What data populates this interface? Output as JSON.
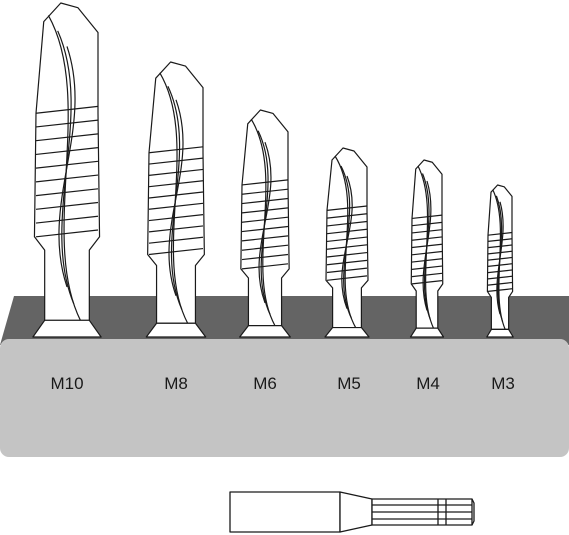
{
  "bits": [
    {
      "size": "M10",
      "label": "M10"
    },
    {
      "size": "M8",
      "label": "M8"
    },
    {
      "size": "M6",
      "label": "M6"
    },
    {
      "size": "M5",
      "label": "M5"
    },
    {
      "size": "M4",
      "label": "M4"
    },
    {
      "size": "M3",
      "label": "M3"
    }
  ],
  "colors": {
    "stand_top": "#646464",
    "stand_front": "#c4c4c4",
    "outline": "#1a1a1a",
    "bit_fill": "#ffffff"
  },
  "icons": {
    "bit": "drill-tap-bit-icon",
    "adapter": "hex-shank-adapter-icon"
  }
}
